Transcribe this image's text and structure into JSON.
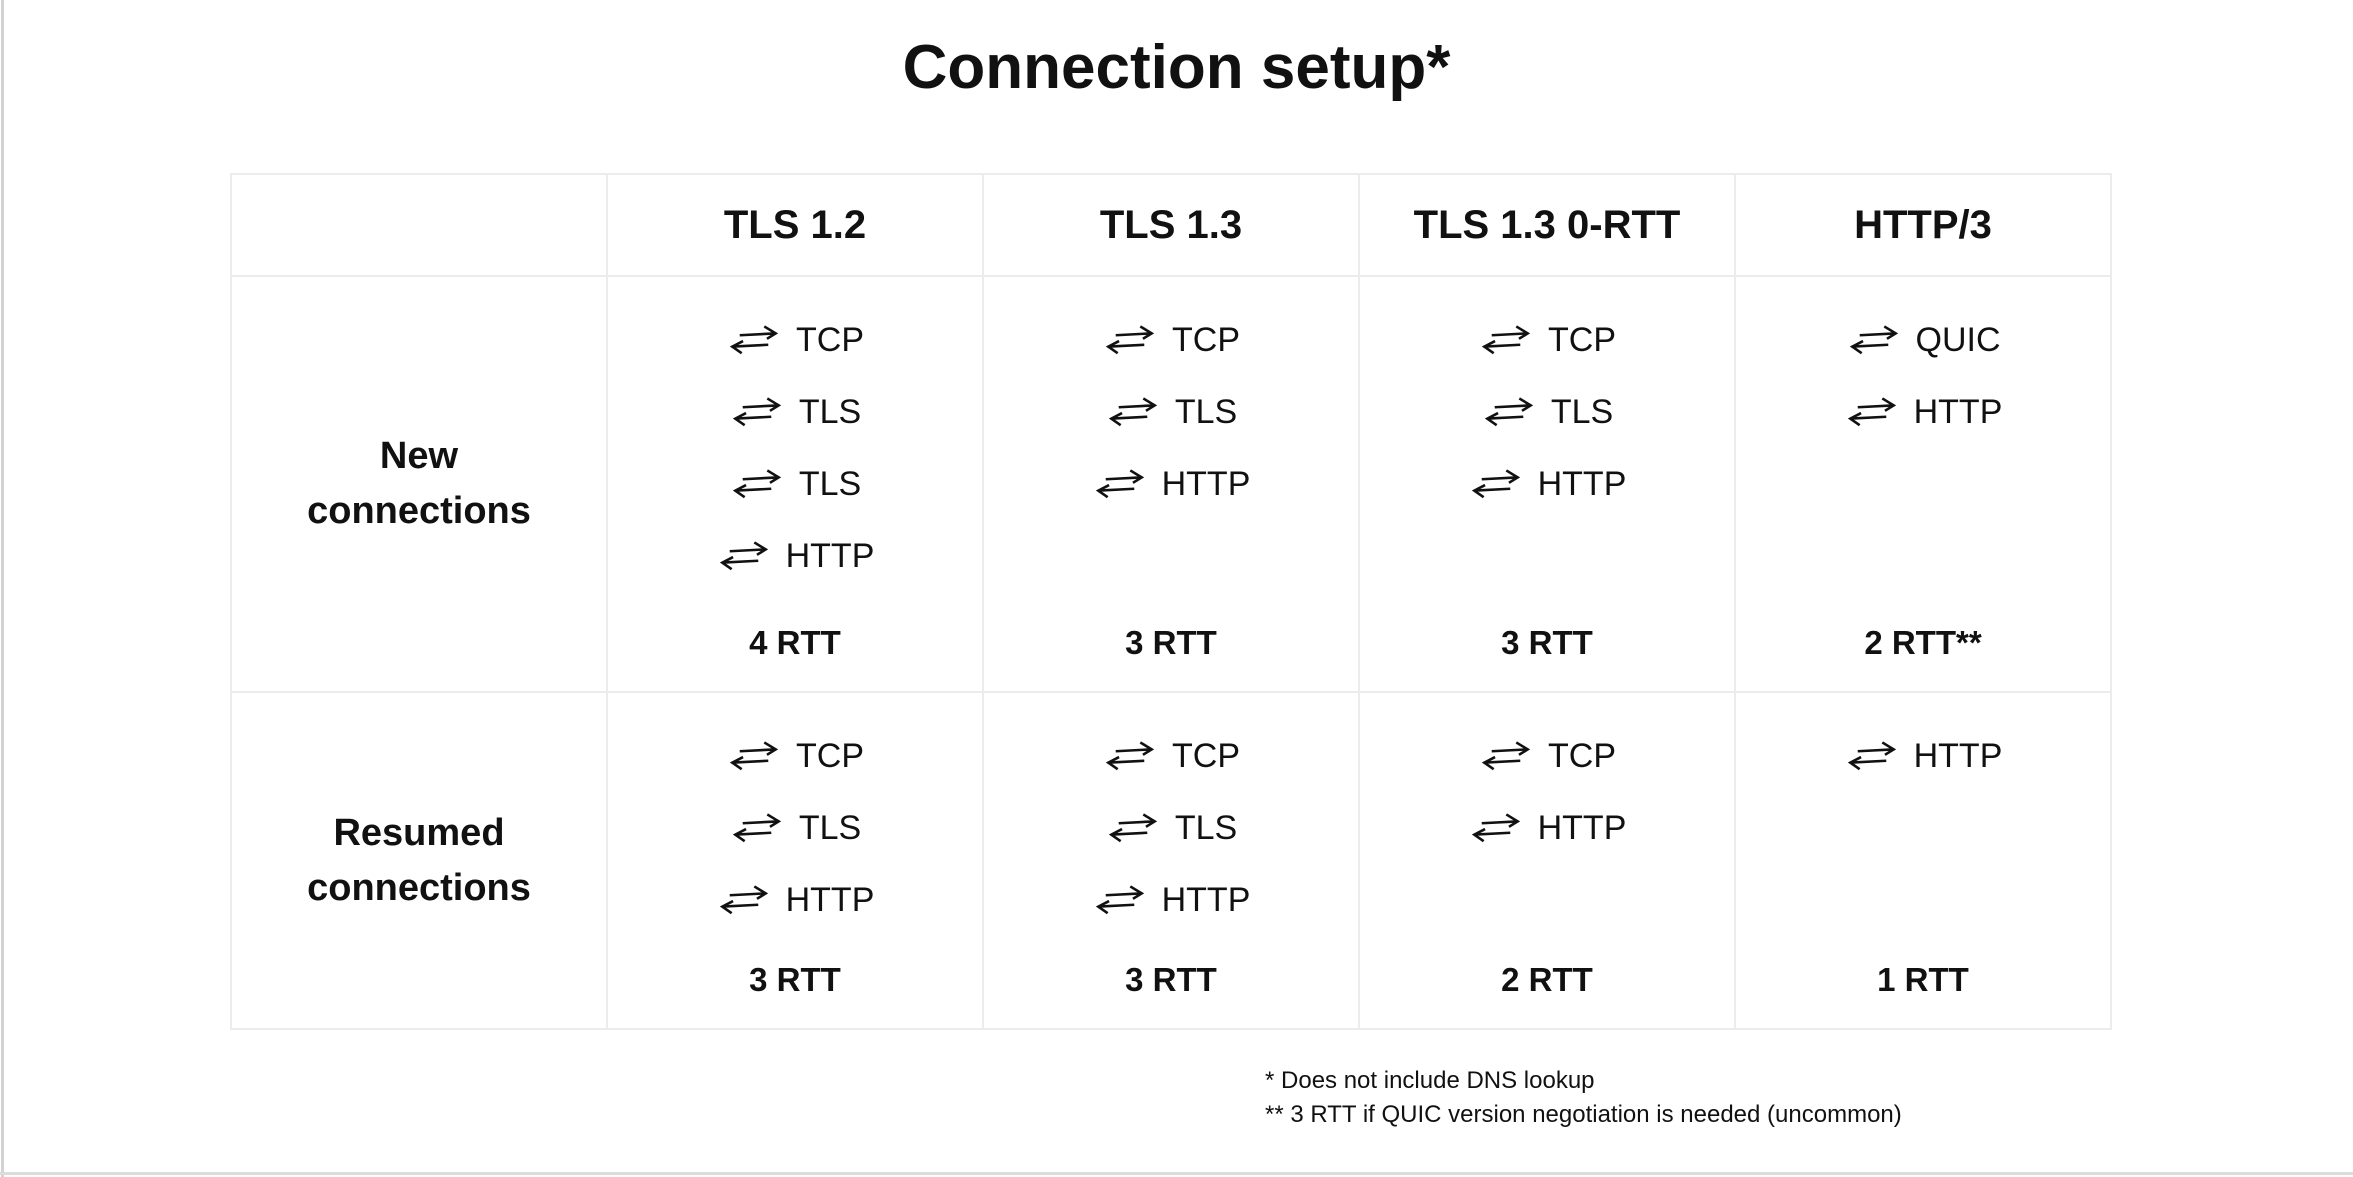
{
  "title": "Connection setup*",
  "table": {
    "column_headers": [
      "",
      "TLS 1.2",
      "TLS 1.3",
      "TLS 1.3 0-RTT",
      "HTTP/3"
    ],
    "rows": [
      {
        "label": "New\nconnections",
        "cells": [
          {
            "steps": [
              "TCP",
              "TLS",
              "TLS",
              "HTTP"
            ],
            "rtt": "4 RTT"
          },
          {
            "steps": [
              "TCP",
              "TLS",
              "HTTP"
            ],
            "rtt": "3 RTT"
          },
          {
            "steps": [
              "TCP",
              "TLS",
              "HTTP"
            ],
            "rtt": "3 RTT"
          },
          {
            "steps": [
              "QUIC",
              "HTTP"
            ],
            "rtt": "2 RTT**"
          }
        ]
      },
      {
        "label": "Resumed\nconnections",
        "cells": [
          {
            "steps": [
              "TCP",
              "TLS",
              "HTTP"
            ],
            "rtt": "3 RTT"
          },
          {
            "steps": [
              "TCP",
              "TLS",
              "HTTP"
            ],
            "rtt": "3 RTT"
          },
          {
            "steps": [
              "TCP",
              "HTTP"
            ],
            "rtt": "2 RTT"
          },
          {
            "steps": [
              "HTTP"
            ],
            "rtt": "1 RTT"
          }
        ]
      }
    ]
  },
  "footnotes": [
    "* Does not include DNS lookup",
    "** 3 RTT if QUIC version negotiation is needed (uncommon)"
  ],
  "icons": {
    "round_trip_arrows": "⇄"
  },
  "colors": {
    "text": "#111111",
    "table_border": "#ececec",
    "page_left_edge": "#d2d2d2",
    "page_bottom_edge": "#dcdcdc"
  }
}
